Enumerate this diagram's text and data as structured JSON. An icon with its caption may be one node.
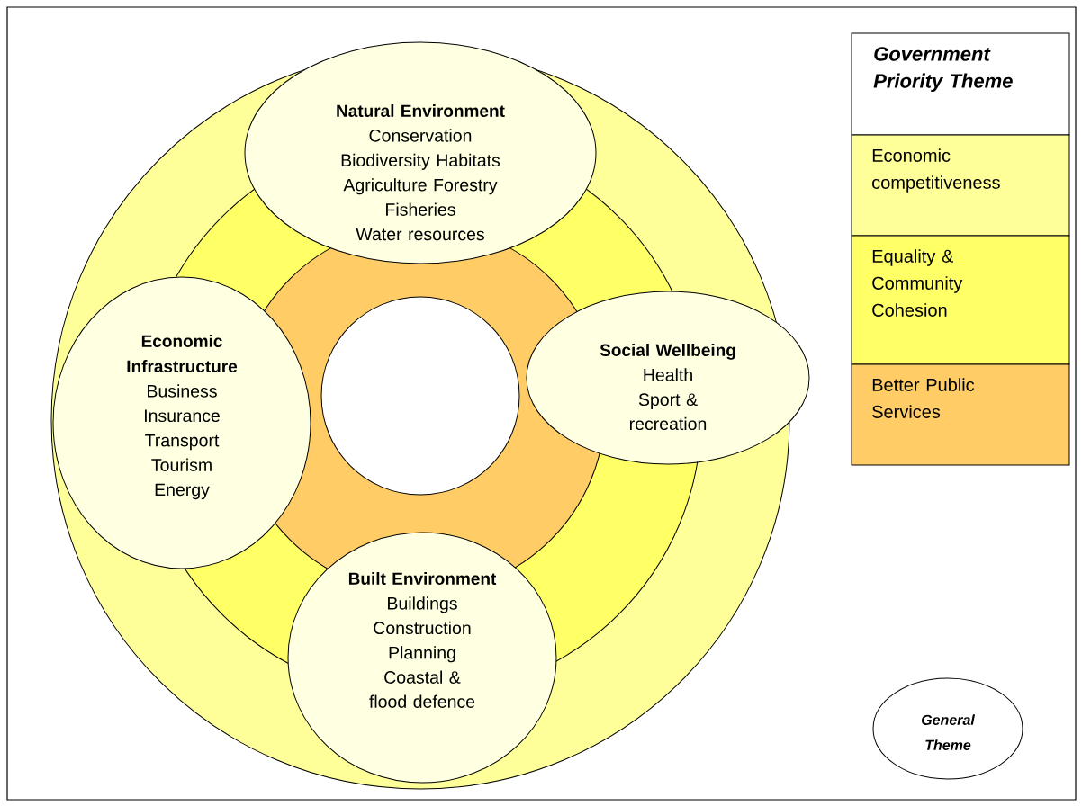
{
  "diagram": {
    "nodes": [
      {
        "text": [
          "Natural Environment",
          "Conservation",
          "Biodiversity Habitats",
          "Agriculture Forestry",
          "Fisheries",
          "Water resources"
        ]
      },
      {
        "text": [
          "Economic Infrastructure",
          "Business",
          "Insurance",
          "Transport",
          "Tourism",
          "Energy"
        ]
      },
      {
        "text": [
          "Social Wellbeing",
          "Health",
          "Sport & recreation"
        ]
      },
      {
        "text": [
          "Built Environment",
          "Buildings",
          "Construction",
          "Planning",
          "Coastal & flood defence"
        ]
      },
      {
        "text": [
          "General Theme"
        ]
      }
    ],
    "labels": [
      "Government Priority Theme"
    ],
    "legend": [
      {
        "text": "Economic competitiveness",
        "color": "#ffff99"
      },
      {
        "text": "Equality & Community Cohesion",
        "color": "#ffff66"
      },
      {
        "text": "Better Public Services",
        "color": "#ffcc66"
      }
    ]
  }
}
